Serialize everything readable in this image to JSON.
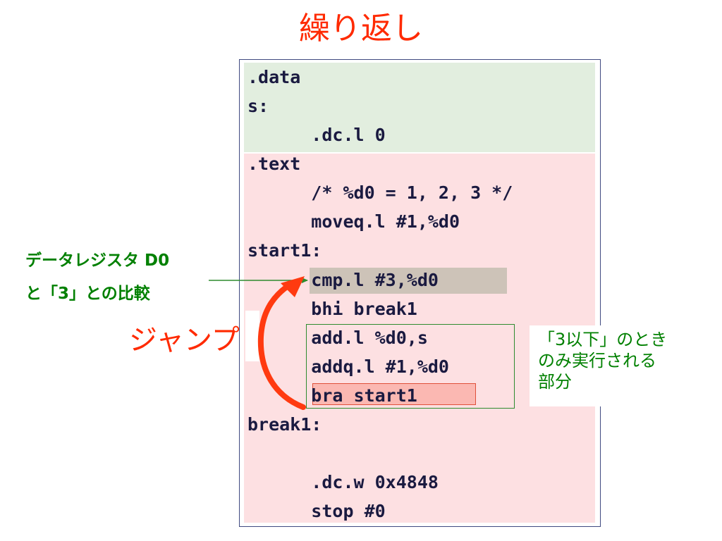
{
  "slide_title": "繰り返し",
  "code_lines": [
    ".data",
    "s:",
    "      .dc.l 0",
    ".text",
    "      /* %d0 = 1, 2, 3 */",
    "      moveq.l #1,%d0",
    "start1:",
    "      cmp.l #3,%d0",
    "      bhi break1",
    "      add.l %d0,s",
    "      addq.l #1,%d0",
    "      bra start1",
    "break1:",
    "",
    "      .dc.w 0x4848",
    "      stop #0"
  ],
  "annotations": {
    "register_label_line1": "データレジスタ D0",
    "register_label_line2": "と「3」との比較",
    "jump_label": "ジャンプ",
    "note_line1": "「3以下」のとき",
    "note_line2": "のみ実行される",
    "note_line3": "部分"
  },
  "colors": {
    "title": "#ff2a00",
    "data_section_bg": "#e2eedf",
    "text_section_bg": "#fde0e2",
    "cmp_highlight": "#cdc3b8",
    "bra_highlight": "#fbb8b2",
    "green_annotation": "#008000",
    "jump_arrow": "#ff3a10"
  },
  "icons": [
    "register-pointer-arrow",
    "jump-curved-arrow"
  ]
}
